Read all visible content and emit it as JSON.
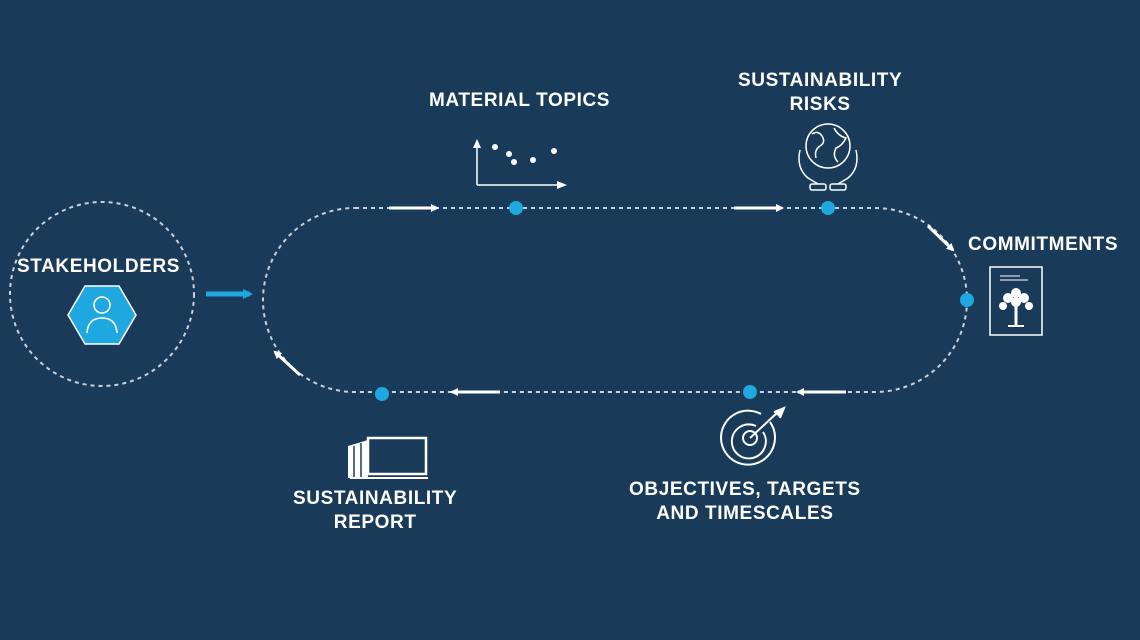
{
  "colors": {
    "background": "#1a3a5a",
    "accent": "#1fa8e0",
    "line": "#c8d2dc",
    "text": "#ffffff"
  },
  "stakeholders": {
    "label": "STAKEHOLDERS",
    "icon": "person-hexagon-icon"
  },
  "steps": {
    "material_topics": {
      "label": "MATERIAL TOPICS",
      "icon": "scatter-plot-icon"
    },
    "sustainability_risks": {
      "line1": "SUSTAINABILITY",
      "line2": "RISKS",
      "icon": "globe-in-hands-icon"
    },
    "commitments": {
      "label": "COMMITMENTS",
      "icon": "tree-document-icon"
    },
    "objectives": {
      "line1": "OBJECTIVES, TARGETS",
      "line2": "AND TIMESCALES",
      "icon": "target-arrow-icon"
    },
    "report": {
      "line1": "SUSTAINABILITY",
      "line2": "REPORT",
      "icon": "open-book-icon"
    }
  }
}
